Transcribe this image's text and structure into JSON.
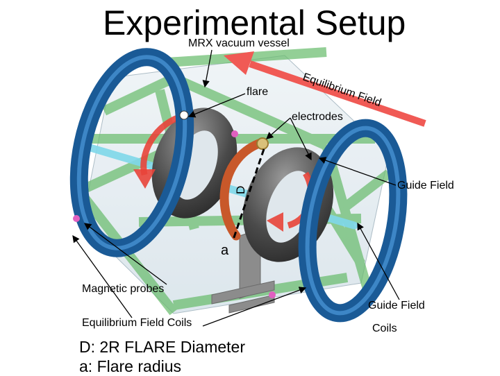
{
  "title": "Experimental Setup",
  "labels": {
    "vessel": "MRX vacuum vessel",
    "flare": "flare",
    "equilibrium_field": "Equilibrium Field",
    "electrodes": "electrodes",
    "guide_field_top": "Guide Field",
    "diameter_symbol": "D",
    "radius_symbol": "a",
    "magnetic_probes": "Magnetic probes",
    "guide_field_bottom": "Guide Field",
    "coils": "Coils",
    "equilibrium_field_coils": "Equilibrium Field Coils"
  },
  "legend": {
    "d_def": "D: 2R FLARE Diameter",
    "a_def": "a: Flare radius"
  },
  "colors": {
    "coil_blue": "#1a5a96",
    "field_red": "#e8443a",
    "flare_orange": "#c8582a",
    "toroid_gray": "#555555",
    "strut_green": "#66bb6a",
    "rod_cyan": "#7fd8ea",
    "probe_pink": "#e060c0"
  }
}
